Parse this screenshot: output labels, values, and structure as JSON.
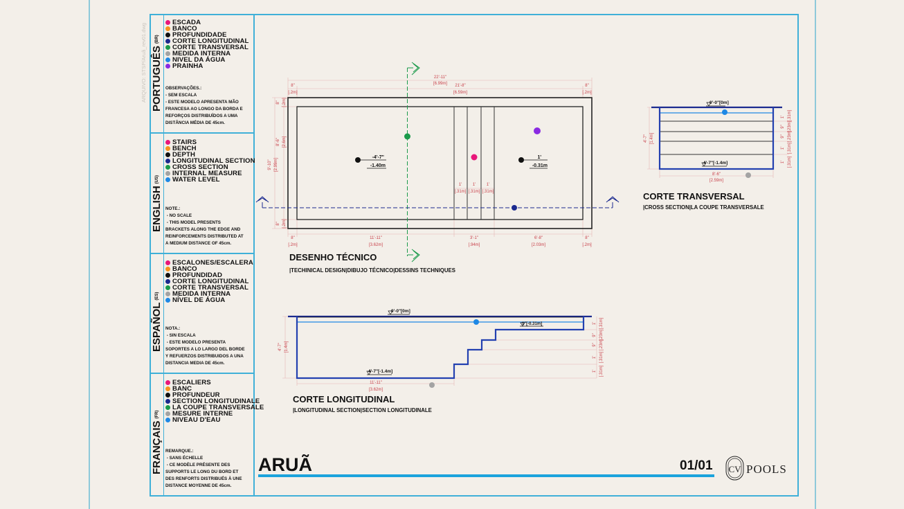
{
  "file_label": "ARQUIVO: STSP/Aruã_rev01.dwg",
  "colors": {
    "stairs": "#e8177a",
    "bench": "#f7941d",
    "depth": "#111111",
    "longitudinal": "#1b2a8f",
    "cross": "#1a9a4a",
    "internal": "#a3a3a3",
    "water": "#1e88e5",
    "beach": "#8a2be2",
    "accent": "#1ba3dc"
  },
  "legend": [
    {
      "language": "PORTUGUÊS",
      "code": "(BR)",
      "items": [
        "ESCADA",
        "BANCO",
        "PROFUNDIDADE",
        "CORTE LONGITUDINAL",
        "CORTE TRANSVERSAL",
        "MEDIDA INTERNA",
        "NIVEL DA ÁGUA",
        "PRAINHA"
      ],
      "note_title": "OBSERVAÇÕES.:",
      "note_lines": [
        "- SEM ESCALA",
        "- ESTE MODELO APRESENTA MÃO",
        "FRANCESA AO LONGO DA BORDA E",
        "REFORÇOS DISTRIBUÍDOS A UMA",
        "DISTÂNCIA MÉDIA DE 45cm."
      ]
    },
    {
      "language": "ENGLISH",
      "code": "(US)",
      "items": [
        "STAIRS",
        "BENCH",
        "DEPTH",
        "LONGITUDINAL SECTION",
        "CROSS SECTION",
        "INTERNAL MEASURE",
        "WATER LEVEL"
      ],
      "note_title": "NOTE.:",
      "note_lines": [
        " - NO SCALE",
        " - THIS MODEL PRESENTS",
        "BRACKETS ALONG THE EDGE AND",
        "REINFORCEMENTS DISTRIBUTED AT",
        "A MEDIUM DISTANCE OF 45cm."
      ]
    },
    {
      "language": "ESPAÑOL",
      "code": "(ES)",
      "items": [
        "ESCALONES/ESCALERA",
        "BANCO",
        "PROFUNDIDAD",
        "CORTE LONGITUDINAL",
        "CORTE TRANSVERSAL",
        "MEDIDA INTERNA",
        "NÍVEL DE ÁGUA"
      ],
      "note_title": "NOTA.:",
      "note_lines": [
        " - SIN ESCALA",
        " - ESTE MODELO PRESENTA",
        "SOPORTES A LO LARGO DEL BORDE",
        "Y REFUERZOS DISTRIBUIDOS A UNA",
        "DISTANCIA MEDIA DE 45cm."
      ]
    },
    {
      "language": "FRANÇAIS",
      "code": "(FR)",
      "items": [
        "ESCALIERS",
        "BANC",
        "PROFUNDEUR",
        "SECTION LONGITUDINALE",
        "LA COUPE TRANSVERSALE",
        "MESURE INTERNE",
        "NIVEAU D'EAU"
      ],
      "note_title": "REMARQUE.:",
      "note_lines": [
        " - SANS ÉCHELLE",
        " - CE MODÈLE PRÉSENTE DES",
        "SUPPORTS LE LONG DU BORD ET",
        "DES RENFORTS DISTRIBUÉS À UNE",
        "DISTANCE MOYENNE DE 45cm."
      ]
    }
  ],
  "plan": {
    "title": "DESENHO TÉCNICO",
    "subtitle": "|TECHINICAL DESIGN|DIBUJO TÉCNICO|DESSINS TECHNIQUES",
    "depth_deep": {
      "imperial": "-4'-7\"",
      "metric": "-1.40m"
    },
    "depth_shallow": {
      "imperial": "1'",
      "metric": "-0.31m"
    },
    "top_total": {
      "imperial": "22'-11\"",
      "metric": "[6.99m]"
    },
    "top_inner": {
      "imperial": "21'-8\"",
      "metric": "[6.59m]"
    },
    "edge": {
      "imperial": "8\"",
      "metric": "[.2m]"
    },
    "left_inner": {
      "imperial": "8'-6\"",
      "metric": "[2.6m]"
    },
    "left_total": {
      "imperial": "9'-10\"",
      "metric": "[2.99m]"
    },
    "step": {
      "imperial": "1'",
      "metric": "[.31m]"
    },
    "bottom_deep": {
      "imperial": "11'-11\"",
      "metric": "[3.62m]"
    },
    "bottom_stairs": {
      "imperial": "3'-1\"",
      "metric": "[.94m]"
    },
    "bottom_shallow": {
      "imperial": "6'-8\"",
      "metric": "[2.03m]"
    }
  },
  "cross_section": {
    "title": "CORTE TRANSVERSAL",
    "subtitle": "|CROSS SECTION|LA COUPE TRANSVERSALE",
    "top_level": "0'-0\"[0m]",
    "bottom_level": "4'-7\"[-1.4m]",
    "width": {
      "imperial": "8'-6\"",
      "metric": "[2.59m]"
    },
    "depth": {
      "imperial": "4'-7\"",
      "metric": "[1.4m]"
    },
    "right_dims": [
      "1'",
      "9\"",
      "9\"",
      "1'",
      "1'"
    ],
    "right_dims_metric": [
      "[.31m]",
      "[.23m]",
      "[.23m]",
      "[.31m]",
      "[.31m]"
    ]
  },
  "long_section": {
    "title": "CORTE LONGITUDINAL",
    "subtitle": "|LONGITUDINAL SECTION|SECTION LONGITUDINALE",
    "top_level": "0'-0\"[0m]",
    "bench_level": "1\"[-0.31m]",
    "bottom_level": "4'-7\"[-1.4m]",
    "length": {
      "imperial": "11'-11\"",
      "metric": "[3.62m]"
    },
    "depth": {
      "imperial": "4'-7\"",
      "metric": "[1.4m]"
    }
  },
  "footer": {
    "model_name": "ARUÃ",
    "page": "01/01",
    "brand": "POOLS",
    "logo_letters": "CV"
  }
}
